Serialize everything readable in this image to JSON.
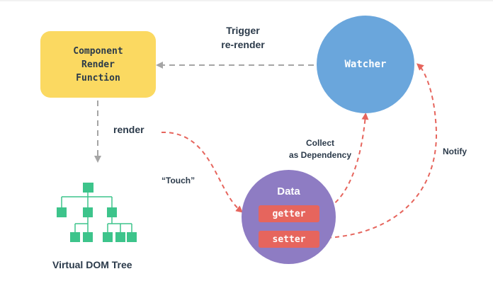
{
  "component": {
    "lines": [
      "Component",
      "Render",
      "Function"
    ]
  },
  "watcher": {
    "label": "Watcher"
  },
  "data_node": {
    "title": "Data",
    "getter": "getter",
    "setter": "setter"
  },
  "labels": {
    "trigger": [
      "Trigger",
      "re-render"
    ],
    "render": "render",
    "collect": [
      "Collect",
      "as Dependency"
    ],
    "notify": "Notify",
    "touch": "“Touch”",
    "virtual_dom": "Virtual DOM Tree"
  },
  "colors": {
    "component": "#fbd961",
    "watcher": "#6aa6dc",
    "data": "#8e7cc3",
    "pill": "#e6655d",
    "tree_node": "#3dc48b",
    "gray_arrow": "#a5a5a5",
    "red_arrow": "#e6655d",
    "text": "#2b3a4a"
  }
}
